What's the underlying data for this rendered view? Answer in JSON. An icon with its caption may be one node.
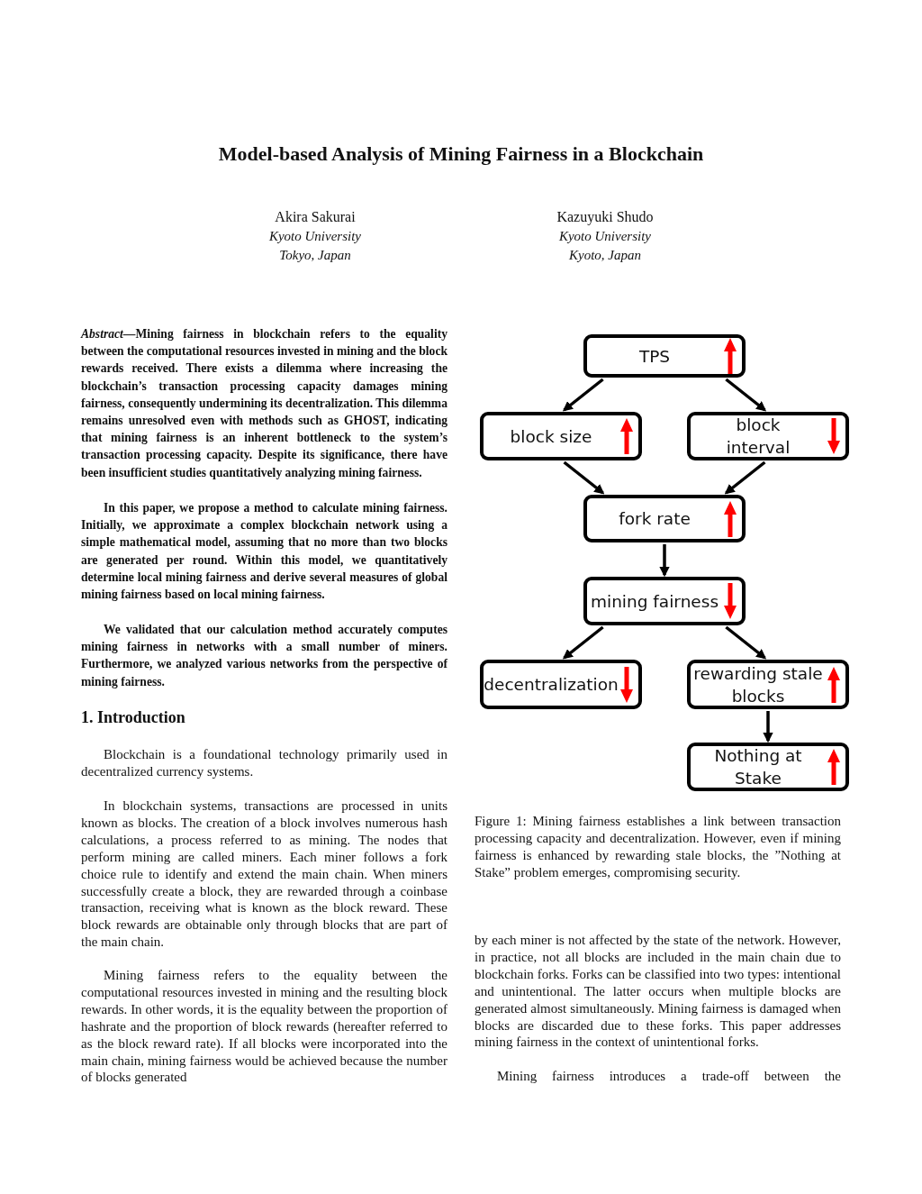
{
  "diagram": {
    "title": "Model-based Analysis of Mining Fairness in a Blockchain",
    "caption": "Figure 1: Mining fairness establishes a link between transaction processing capacity and decentralization. However, even if mining fairness is enhanced by rewarding stale blocks, the ”Nothing at Stake” problem emerges, compromising security.",
    "nodes": [
      {
        "text": [
          "TPS"
        ]
      },
      {
        "text": [
          "block size"
        ]
      },
      {
        "text": [
          "block interval"
        ]
      },
      {
        "text": [
          "fork rate"
        ]
      },
      {
        "text": [
          "mining fairness"
        ]
      },
      {
        "text": [
          "decentralization"
        ]
      },
      {
        "text": [
          "rewarding stale blocks"
        ]
      },
      {
        "text": [
          "Nothing at Stake"
        ]
      }
    ],
    "edges": [
      {
        "from": 0,
        "to": 1,
        "arrow": "to"
      },
      {
        "from": 0,
        "to": 2,
        "arrow": "to"
      },
      {
        "from": 1,
        "to": 3,
        "arrow": "to"
      },
      {
        "from": 2,
        "to": 3,
        "arrow": "to"
      },
      {
        "from": 3,
        "to": 4,
        "arrow": "to"
      },
      {
        "from": 4,
        "to": 5,
        "arrow": "to"
      },
      {
        "from": 4,
        "to": 6,
        "arrow": "to"
      },
      {
        "from": 6,
        "to": 7,
        "arrow": "to"
      }
    ],
    "labels": [
      "Akira Sakurai",
      "Kyoto University",
      "Tokyo, Japan",
      "Kazuyuki Shudo",
      "Kyoto University",
      "Kyoto, Japan",
      "*Abstract*—Mining fairness in blockchain refers to the equality between the computational resources invested in mining and the block rewards received. There exists a dilemma where increasing the blockchain’s transaction processing capacity damages mining fairness, consequently undermining its decentralization. This dilemma remains unresolved even with methods such as GHOST, indicating that mining fairness is an inherent bottleneck to the system’s transaction processing capacity. Despite its significance, there have been insufficient studies quantitatively analyzing mining fairness.",
      "In this paper, we propose a method to calculate mining fairness. Initially, we approximate a complex blockchain network using a simple mathematical model, assuming that no more than two blocks are generated per round. Within this model, we quantitatively determine local mining fairness and derive several measures of global mining fairness based on local mining fairness.",
      "We validated that our calculation method accurately computes mining fairness in networks with a small number of miners. Furthermore, we analyzed various networks from the perspective of mining fairness.",
      "1. Introduction",
      "Blockchain is a foundational technology primarily used in decentralized currency systems.",
      "In blockchain systems, transactions are processed in units known as blocks. The creation of a block involves numerous hash calculations, a process referred to as mining. The nodes that perform mining are called miners. Each miner follows a fork choice rule to identify and extend the main chain. When miners successfully create a block, they are rewarded through a coinbase transaction, receiving what is known as the block reward. These block rewards are obtainable only through blocks that are part of the main chain.",
      "Mining fairness refers to the equality between the computational resources invested in mining and the resulting block rewards. In other words, it is the equality between the proportion of hashrate and the proportion of block rewards (hereafter referred to as the block reward rate). If all blocks were incorporated into the main chain, mining fairness would be achieved because the number of blocks generated",
      "by each miner is not affected by the state of the network. However, in practice, not all blocks are included in the main chain due to blockchain forks. Forks can be classified into two types: intentional and unintentional. The latter occurs when multiple blocks are generated almost simultaneously. Mining fairness is damaged when blocks are discarded due to these forks. This paper addresses mining fairness in the context of unintentional forks.",
      "Mining fairness introduces a trade-off between the"
    ]
  }
}
